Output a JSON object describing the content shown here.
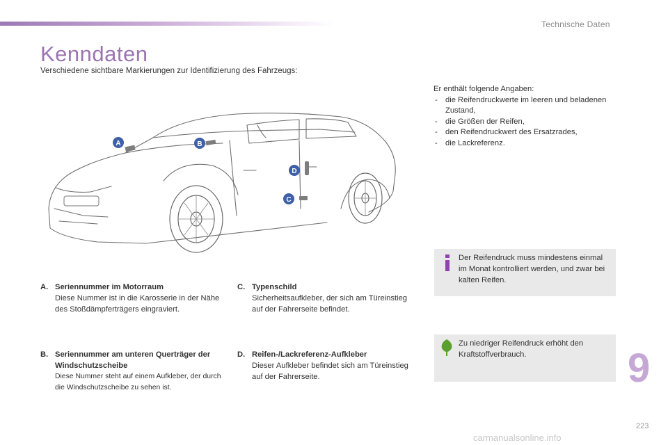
{
  "header": {
    "section_title": "Technische Daten"
  },
  "page": {
    "title": "Kenndaten",
    "intro": "Verschiedene sichtbare Markierungen zur Identifizierung des Fahrzeugs:",
    "chapter_number": "9",
    "page_number": "223"
  },
  "car_markers": [
    "A",
    "B",
    "C",
    "D"
  ],
  "right_column": {
    "intro": "Er enthält folgende Angaben:",
    "items": [
      "die Reifendruckwerte im leeren und beladenen Zustand,",
      "die Größen der Reifen,",
      "den Reifendruckwert des Ersatzrades,",
      "die Lackreferenz."
    ]
  },
  "info_boxes": [
    {
      "icon": "info-icon",
      "text": "Der Reifendruck muss mindestens einmal im Monat kontrolliert werden, und zwar bei kalten Reifen."
    },
    {
      "icon": "eco-leaf-icon",
      "text": "Zu niedriger Reifendruck erhöht den Kraftstoffverbrauch."
    }
  ],
  "entries": [
    {
      "letter": "A.",
      "heading": "Seriennummer im Motorraum",
      "body": "Diese Nummer ist in die Karosserie in der Nähe des Stoßdämpferträgers eingraviert."
    },
    {
      "letter": "B.",
      "heading": "Seriennummer am unteren Querträger der Windschutzscheibe",
      "body": "Diese Nummer steht auf einem Aufkleber, der durch die Windschutzscheibe zu sehen ist."
    },
    {
      "letter": "C.",
      "heading": "Typenschild",
      "body": "Sicherheitsaufkleber, der sich am Türeinstieg auf der Fahrerseite befindet."
    },
    {
      "letter": "D.",
      "heading": "Reifen-/Lackreferenz-Aufkleber",
      "body": "Dieser Aufkleber befindet sich am Türeinstieg auf der Fahrerseite."
    }
  ],
  "watermark": "carmanualsonline.info",
  "colors": {
    "accent": "#9a75b0",
    "marker": "#3f5fa8",
    "chapter": "#c6a8d6",
    "box_bg": "#e9e9ea",
    "info_icon": "#8e44ad",
    "leaf_icon": "#5aa02c"
  }
}
